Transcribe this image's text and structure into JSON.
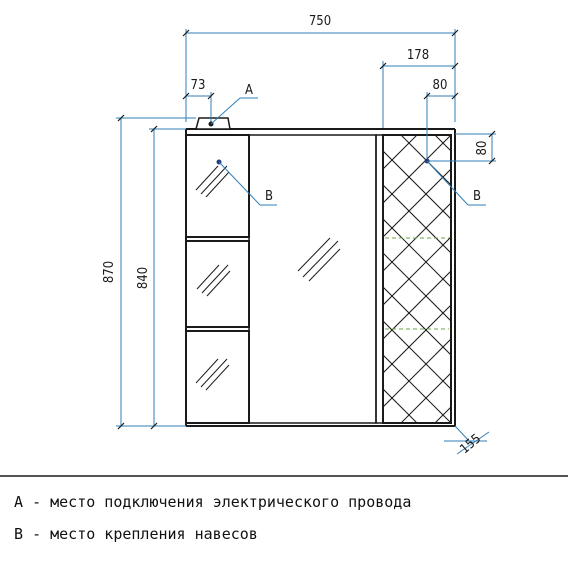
{
  "dimensions": {
    "overall_width": "750",
    "right_section_width": "178",
    "wire_offset": "73",
    "hanger_offset_side": "80",
    "hanger_offset_top": "80",
    "overall_height": "870",
    "body_height": "840",
    "depth": "155"
  },
  "markers": {
    "wire_point": "A",
    "hanger_left": "B",
    "hanger_right": "B"
  },
  "legend": [
    {
      "key": "А",
      "dash": "-",
      "text": "место подключения электрического провода"
    },
    {
      "key": "В",
      "dash": "-",
      "text": "место крепления навесов"
    }
  ],
  "colors": {
    "line": "#1a1a1a",
    "dimension_line": "#2f7fb8",
    "dashed_shelf": "#6aa64a",
    "hanger_dot": "#1f3d7a"
  }
}
